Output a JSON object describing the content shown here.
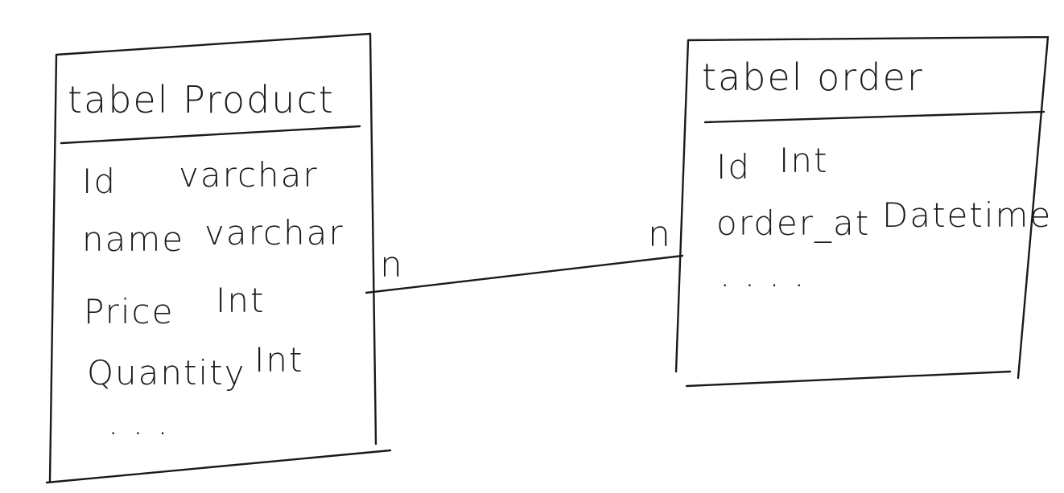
{
  "entities": [
    {
      "title": "tabel Product",
      "fields": [
        {
          "name": "Id",
          "type": "varchar"
        },
        {
          "name": "name",
          "type": "varchar"
        },
        {
          "name": "Price",
          "type": "Int"
        },
        {
          "name": "Quantity",
          "type": "Int"
        }
      ],
      "ellipsis": ". . ."
    },
    {
      "title": "tabel order",
      "fields": [
        {
          "name": "Id",
          "type": "Int"
        },
        {
          "name": "order_at",
          "type": "Datetime"
        }
      ],
      "ellipsis": ". . . ."
    }
  ],
  "relationship": {
    "left_cardinality": "n",
    "right_cardinality": "n"
  }
}
